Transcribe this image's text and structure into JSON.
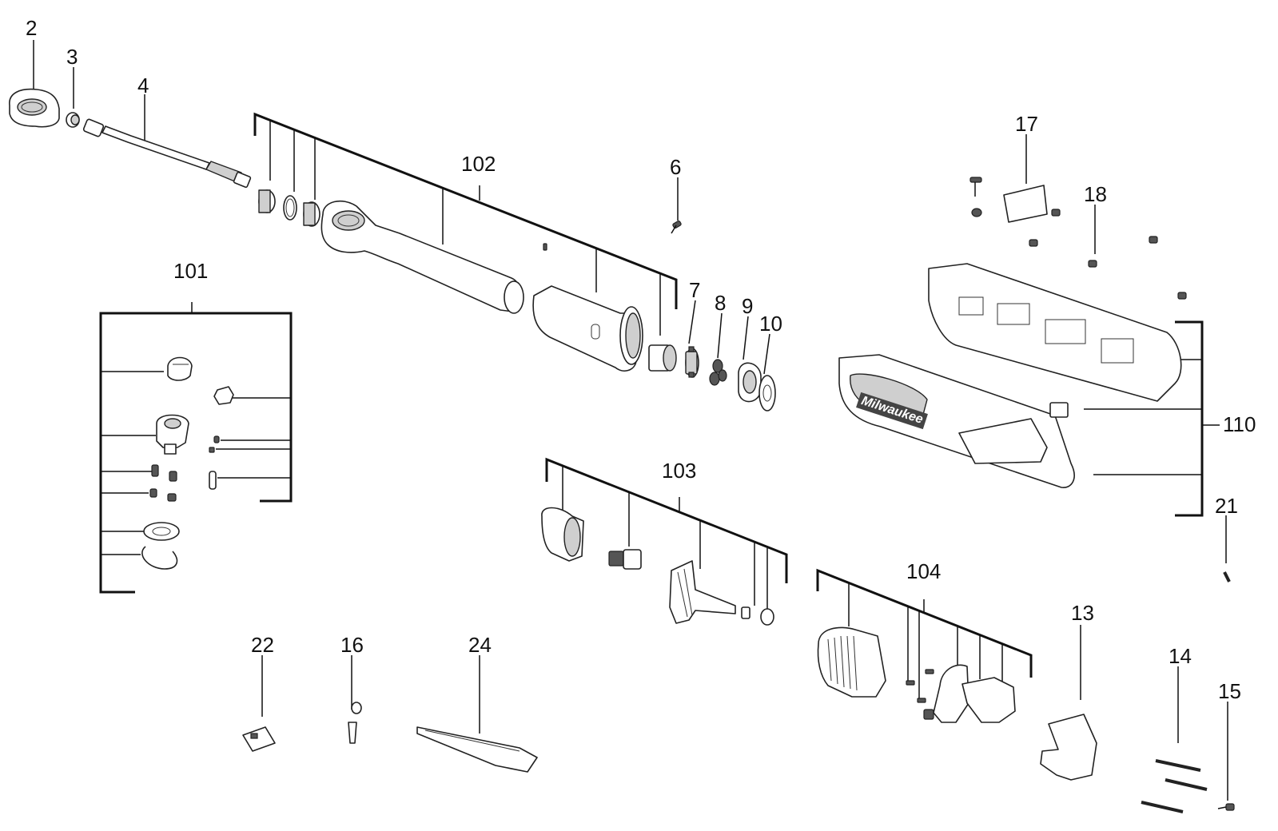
{
  "callouts": {
    "c2": "2",
    "c3": "3",
    "c4": "4",
    "c6": "6",
    "c7": "7",
    "c8": "8",
    "c9": "9",
    "c10": "10",
    "c13": "13",
    "c14": "14",
    "c15": "15",
    "c16": "16",
    "c17": "17",
    "c18": "18",
    "c21": "21",
    "c22": "22",
    "c24": "24",
    "c101": "101",
    "c102": "102",
    "c103": "103",
    "c104": "104",
    "c110": "110"
  },
  "logo_text": "Milwaukee"
}
